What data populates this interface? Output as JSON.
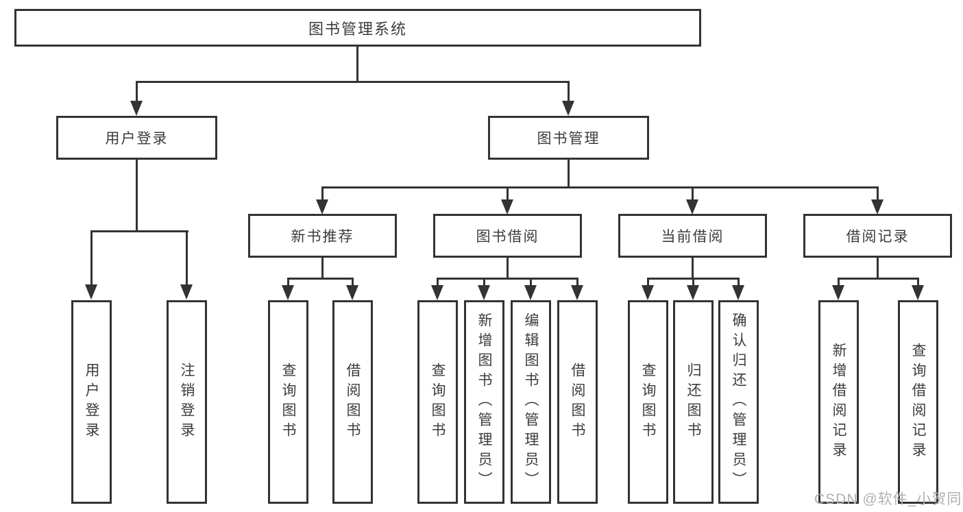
{
  "tree": {
    "label": "图书管理系统",
    "children": [
      {
        "label": "用户登录",
        "children": [
          {
            "label": "用户登录"
          },
          {
            "label": "注销登录"
          }
        ]
      },
      {
        "label": "图书管理",
        "children": [
          {
            "label": "新书推荐",
            "children": [
              {
                "label": "查询图书"
              },
              {
                "label": "借阅图书"
              }
            ]
          },
          {
            "label": "图书借阅",
            "children": [
              {
                "label": "查询图书"
              },
              {
                "label": "新增图书（管理员）"
              },
              {
                "label": "编辑图书（管理员）"
              },
              {
                "label": "借阅图书"
              }
            ]
          },
          {
            "label": "当前借阅",
            "children": [
              {
                "label": "查询图书"
              },
              {
                "label": "归还图书"
              },
              {
                "label": "确认归还（管理员）"
              }
            ]
          },
          {
            "label": "借阅记录",
            "children": [
              {
                "label": "新增借阅记录"
              },
              {
                "label": "查询借阅记录"
              }
            ]
          }
        ]
      }
    ]
  },
  "watermark": {
    "text": "CSDN @软件_小贺同学"
  },
  "colors": {
    "line": "#333333",
    "text": "#3c3c3c",
    "watermark": "#b0b0b0",
    "background": "#ffffff"
  }
}
